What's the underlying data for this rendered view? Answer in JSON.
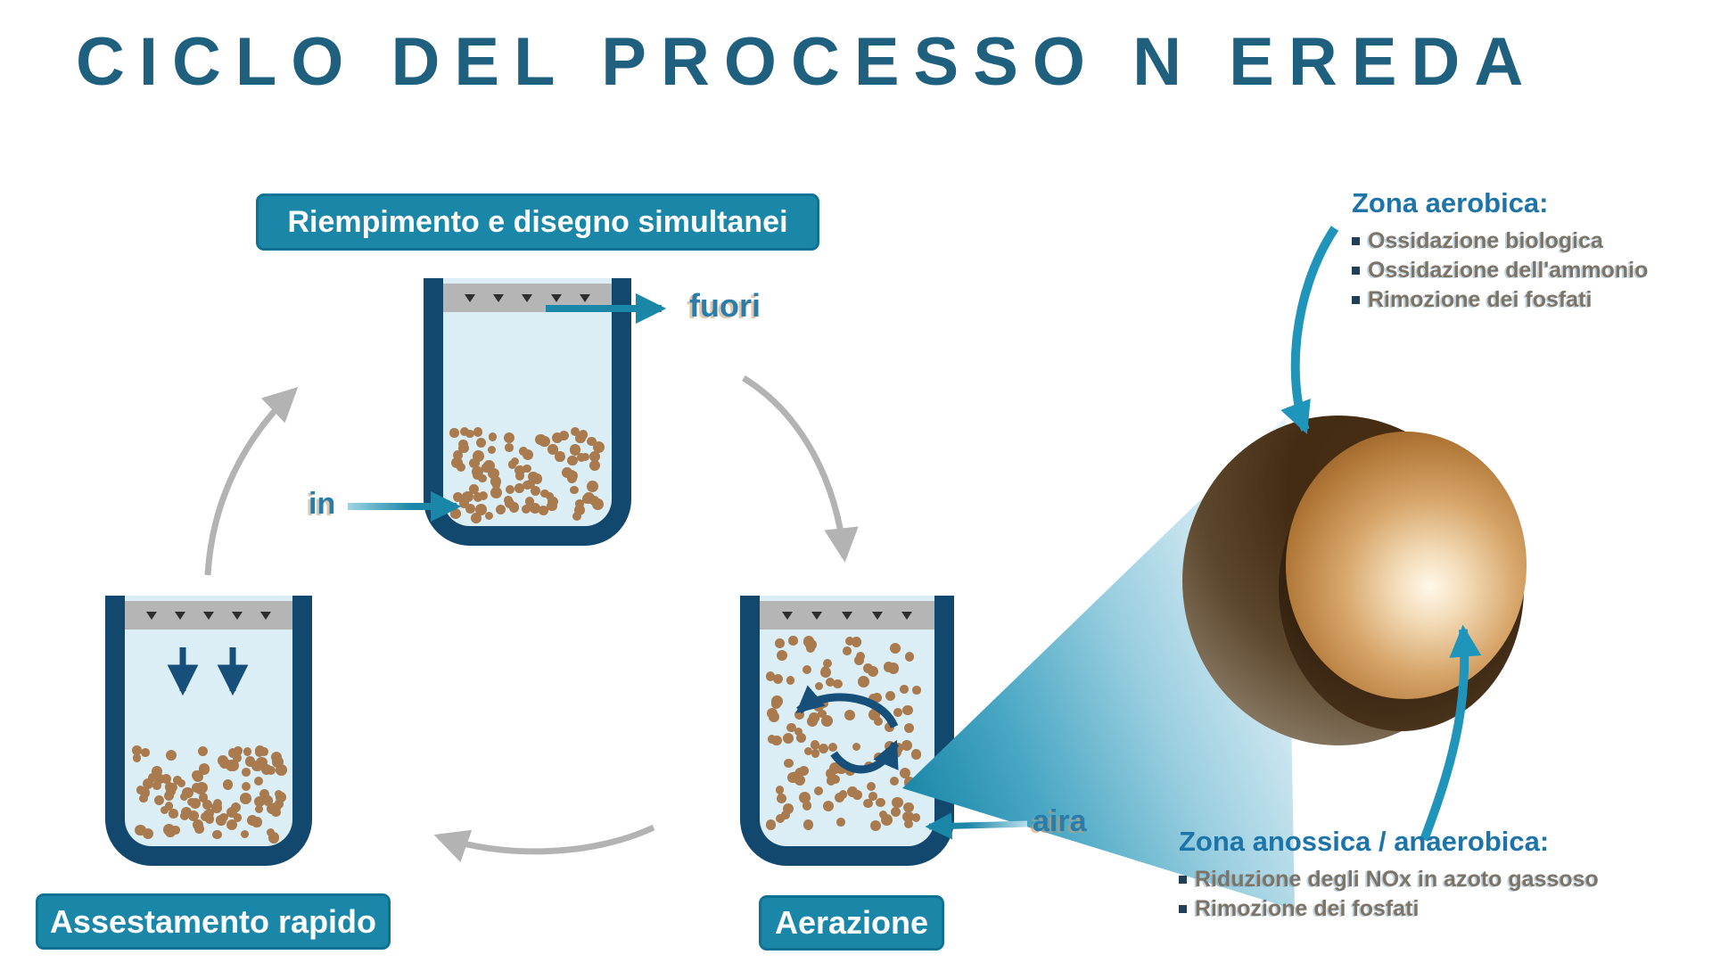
{
  "title": "CICLO DEL PROCESSO N EREDA",
  "stages": {
    "fill_draw": {
      "label": "Riempimento e disegno simultanei",
      "inflow_label": "in",
      "outflow_label": "fuori"
    },
    "aeration": {
      "label": "Aerazione",
      "air_label": "aira"
    },
    "settling": {
      "label": "Assestamento rapido"
    }
  },
  "granule_zones": {
    "aerobic": {
      "heading": "Zona aerobica:",
      "bullets": [
        "Ossidazione biologica",
        "Ossidazione dell'ammonio",
        "Rimozione dei fosfati"
      ]
    },
    "anoxic_anaerobic": {
      "heading": "Zona anossica / anaerobica:",
      "bullets": [
        "Riduzione degli NOx in azoto gassoso",
        "Rimozione dei fosfati"
      ]
    }
  },
  "colors": {
    "title_blue": "#20607f",
    "accent_teal": "#1b87a8",
    "tank_navy": "#12486d",
    "water_blue": "#dceef5",
    "granule_brown": "#a87a4e",
    "cycle_gray": "#b3b3b3",
    "heading_blue": "#1d74a8"
  }
}
